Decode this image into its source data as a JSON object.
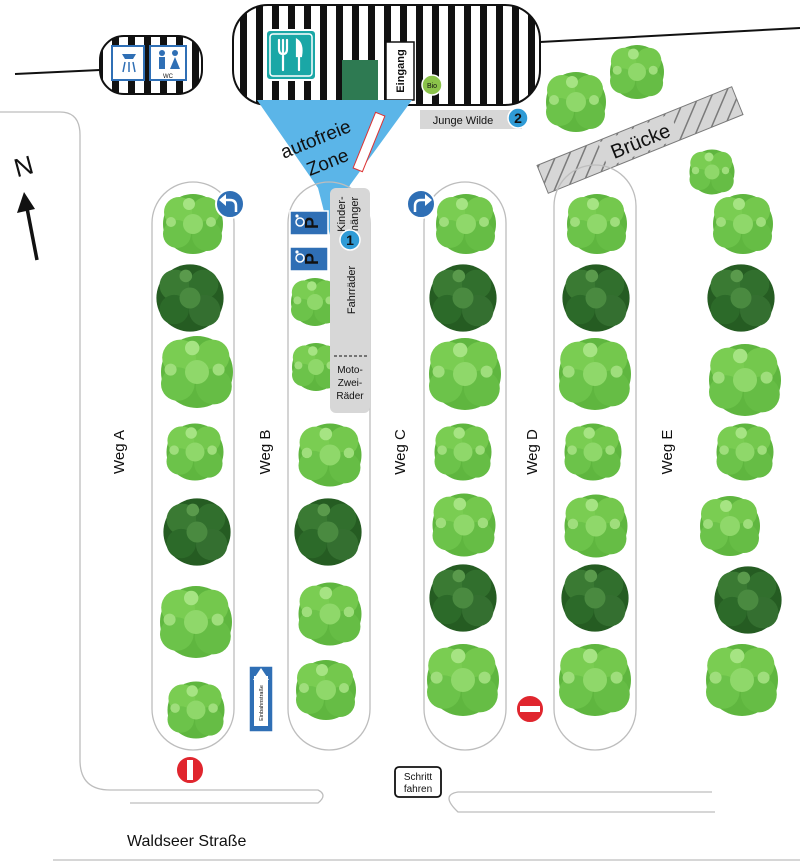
{
  "map": {
    "compass": "N",
    "paths": [
      "Weg A",
      "Weg B",
      "Weg C",
      "Weg D",
      "Weg E"
    ],
    "zone": {
      "line1": "autofreie",
      "line2": "Zone"
    },
    "bridge": "Brücke",
    "entrance": "Eingang",
    "junge_wilde": "Junge Wilde",
    "junge_wilde_num": "2",
    "info_num": "1",
    "kinder": {
      "line1": "Kinder-",
      "line2": "hänger"
    },
    "fahrraeder": "Fahrräder",
    "moto": {
      "line1": "Moto-",
      "line2": "Zwei-",
      "line3": "Räder"
    },
    "parking_letter": "P",
    "oneway": "Einbahnstraße",
    "schritt": {
      "line1": "Schritt",
      "line2": "fahren"
    },
    "street": "Waldseer Straße",
    "wc": "WC",
    "eco": "Bio"
  },
  "colors": {
    "zone": "#5bb5e8",
    "sign_blue": "#2f6fb5",
    "stop_red": "#e0262e",
    "tree_light": "#6cc34a",
    "tree_dark": "#2f6a2b",
    "teal": "#1aa7a6",
    "gray_box": "#d7d7d7"
  },
  "icons": [
    "compass-arrow-icon",
    "shower-icon",
    "wc-icon",
    "restaurant-icon",
    "turn-left-icon",
    "turn-right-icon",
    "no-entry-icon",
    "wheelchair-icon",
    "tree-icon",
    "eco-icon"
  ]
}
